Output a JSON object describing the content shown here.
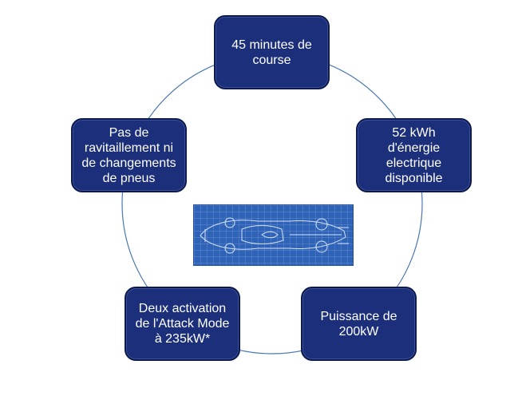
{
  "diagram": {
    "nodes": [
      {
        "id": "top",
        "label": "45 minutes de\ncourse"
      },
      {
        "id": "right",
        "label": "52 kWh\nd'énergie\nelectrique\ndisponible"
      },
      {
        "id": "bottom-right",
        "label": "Puissance de\n200kW"
      },
      {
        "id": "bottom-left",
        "label": "Deux activation\nde l'Attack Mode\nà 235kW*"
      },
      {
        "id": "left",
        "label": "Pas de\nravitaillement ni\nde changements\nde pneus"
      }
    ],
    "center_image": "formula-e-car-blueprint",
    "colors": {
      "node_fill": "#1c2f7a",
      "node_text": "#ffffff",
      "ring": "#4a78b5",
      "blueprint": "#2f63b8"
    }
  }
}
